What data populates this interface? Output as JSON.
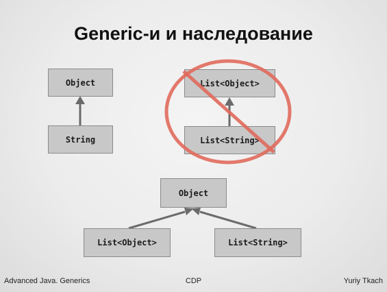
{
  "slide": {
    "title": "Generic-и и наследование",
    "diagram_left": {
      "parent": "Object",
      "child": "String"
    },
    "diagram_right": {
      "parent": "List<Object>",
      "child": "List<String>"
    },
    "diagram_bottom": {
      "parent": "Object",
      "child_left": "List<Object>",
      "child_right": "List<String>"
    },
    "cross_out_color": "#e06a5c"
  },
  "footer": {
    "left": "Advanced Java. Generics",
    "center": "CDP",
    "right": "Yuriy Tkach"
  }
}
